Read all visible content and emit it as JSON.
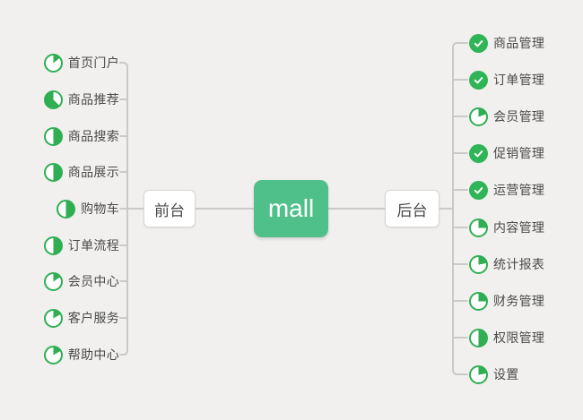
{
  "root": {
    "label": "mall"
  },
  "left_branch": {
    "label": "前台",
    "items": [
      {
        "label": "首页门户",
        "icon": "pie",
        "progress_deg": 50
      },
      {
        "label": "商品推荐",
        "icon": "pie-inverse",
        "progress_deg": 135
      },
      {
        "label": "商品搜索",
        "icon": "pie",
        "progress_deg": 180
      },
      {
        "label": "商品展示",
        "icon": "pie",
        "progress_deg": 180
      },
      {
        "label": "购物车",
        "icon": "pie",
        "progress_deg": 180
      },
      {
        "label": "订单流程",
        "icon": "pie",
        "progress_deg": 180
      },
      {
        "label": "会员中心",
        "icon": "pie",
        "progress_deg": 55
      },
      {
        "label": "客户服务",
        "icon": "pie",
        "progress_deg": 60
      },
      {
        "label": "帮助中心",
        "icon": "pie",
        "progress_deg": 60
      }
    ]
  },
  "right_branch": {
    "label": "后台",
    "items": [
      {
        "label": "商品管理",
        "icon": "done"
      },
      {
        "label": "订单管理",
        "icon": "done"
      },
      {
        "label": "会员管理",
        "icon": "pie",
        "progress_deg": 70
      },
      {
        "label": "促销管理",
        "icon": "done"
      },
      {
        "label": "运营管理",
        "icon": "done"
      },
      {
        "label": "内容管理",
        "icon": "pie",
        "progress_deg": 90
      },
      {
        "label": "统计报表",
        "icon": "pie",
        "progress_deg": 80
      },
      {
        "label": "财务管理",
        "icon": "pie",
        "progress_deg": 90
      },
      {
        "label": "权限管理",
        "icon": "pie",
        "progress_deg": 180
      },
      {
        "label": "设置",
        "icon": "pie",
        "progress_deg": 80
      }
    ]
  },
  "colors": {
    "background": "#f1f0ee",
    "root_node_green": "#50c08b",
    "icon_green": "#2fae52",
    "done_green": "#2fb457",
    "connector_line": "#c6c5c2",
    "text": "#4a4a4a"
  }
}
